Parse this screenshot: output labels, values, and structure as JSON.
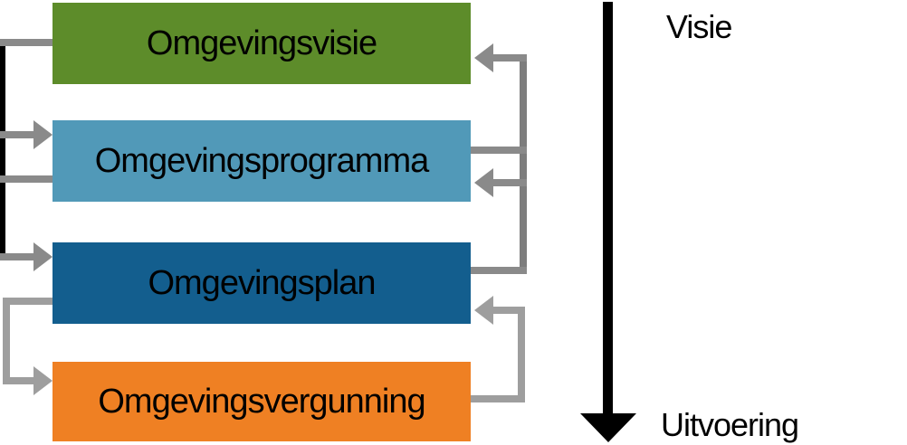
{
  "diagram": {
    "title_implicit": "Kerninstrumenten Omgevingswet cyclus",
    "boxes": [
      {
        "id": "omgevingsvisie",
        "label": "Omgevingsvisie",
        "color": "#5d8c2a"
      },
      {
        "id": "omgevingsprogramma",
        "label": "Omgevingsprogramma",
        "color": "#5199b8"
      },
      {
        "id": "omgevingsplan",
        "label": "Omgevingsplan",
        "color": "#135e8e"
      },
      {
        "id": "omgevingsvergunning",
        "label": "Omgevingsvergunning",
        "color": "#ef8023"
      }
    ],
    "axis": {
      "top_label": "Visie",
      "bottom_label": "Uitvoering",
      "arrow_color": "#000000",
      "direction": "down"
    },
    "connectors": {
      "left_feed_color": "#8a8a8a",
      "left_trunk_color": "#000000",
      "right_feedback_color": "#8a8a8a",
      "right_trunk_color": "#7d7d7d",
      "loop_color": "#9e9e9e",
      "links": [
        {
          "from": "omgevingsvisie",
          "to": "omgevingsprogramma",
          "via": "left-black-trunk"
        },
        {
          "from": "omgevingsprogramma",
          "to": "omgevingsplan",
          "via": "left-black-trunk"
        },
        {
          "from": "omgevingsprogramma",
          "to": "omgevingsvisie",
          "via": "right-gray-trunk"
        },
        {
          "from": "omgevingsplan",
          "to": "omgevingsprogramma",
          "via": "right-gray-trunk"
        },
        {
          "from": "omgevingsplan",
          "to": "omgevingsvergunning",
          "via": "left-loop"
        },
        {
          "from": "omgevingsvergunning",
          "to": "omgevingsplan",
          "via": "right-loop"
        }
      ]
    },
    "text_color": "#000000",
    "background": "#ffffff"
  }
}
